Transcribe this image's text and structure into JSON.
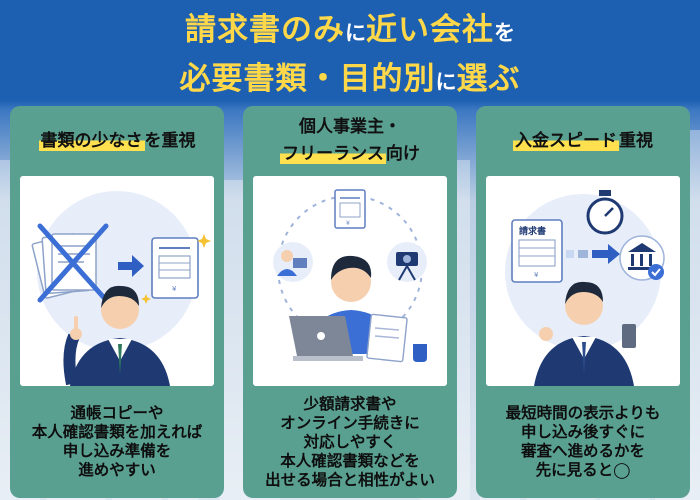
{
  "title": {
    "line1_a": "請求書のみ",
    "line1_b": "に",
    "line1_c": "近い会社",
    "line1_d": "を",
    "line2_a": "必要書類・目的別",
    "line2_b": "に",
    "line2_c": "選ぶ"
  },
  "cards": [
    {
      "heading_mark": "書類の少なさ",
      "heading_rest": "を重視",
      "body_lines": [
        "通帳コピーや",
        "本人確認書類を加えれば",
        "申し込み準備を",
        "進めやすい"
      ]
    },
    {
      "heading_line1": "個人事業主・",
      "heading_line2": "フリーランス",
      "heading_line2_rest": "向け",
      "body_lines": [
        "少額請求書や",
        "オンライン手続きに",
        "対応しやすく",
        "本人確認書類などを",
        "出せる場合と相性がよい"
      ]
    },
    {
      "heading_mark": "入金スピード",
      "heading_rest": "重視",
      "invoice_label": "請求書",
      "body_lines": [
        "最短時間の表示よりも",
        "申し込み後すぐに",
        "審査へ進めるかを",
        "先に見ると◯"
      ]
    }
  ],
  "colors": {
    "banner_blue": "#1d5fb0",
    "title_yellow": "#ffd84a",
    "card_green": "#5aa091",
    "marker_yellow": "#ffe14f",
    "suit_navy": "#1f3a73"
  }
}
